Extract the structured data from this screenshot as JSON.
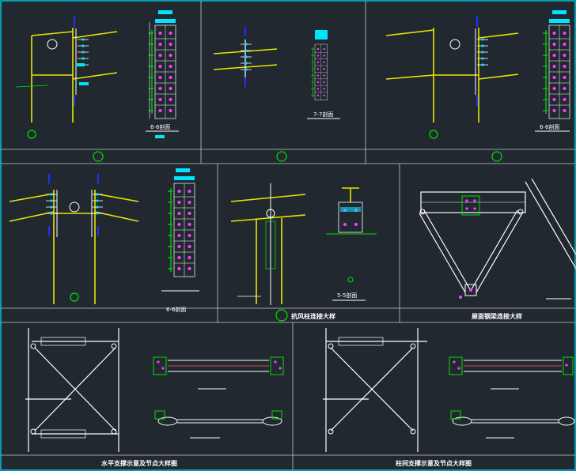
{
  "drawing": {
    "colors": {
      "background": "#212830",
      "frame": "#00e5ff",
      "grid": "#c8c8c8",
      "steel": "#e6e600",
      "white": "#ffffff",
      "green": "#00e000",
      "cyan": "#00e5ff",
      "magenta": "#ff40ff",
      "blue": "#2030ff"
    },
    "panels": {
      "p1_section": "6-6剖面",
      "p2_section": "7-7剖面",
      "p3_section": "6-6剖面",
      "p4_section": "6-6剖面",
      "p5_title": "抗风柱连接大样",
      "p5_section": "5-5剖面",
      "p6_title": "屋面钢梁连接大样",
      "p7_title": "水平支撑示意及节点大样图",
      "p8_title": "柱间支撑示意及节点大样图"
    }
  }
}
